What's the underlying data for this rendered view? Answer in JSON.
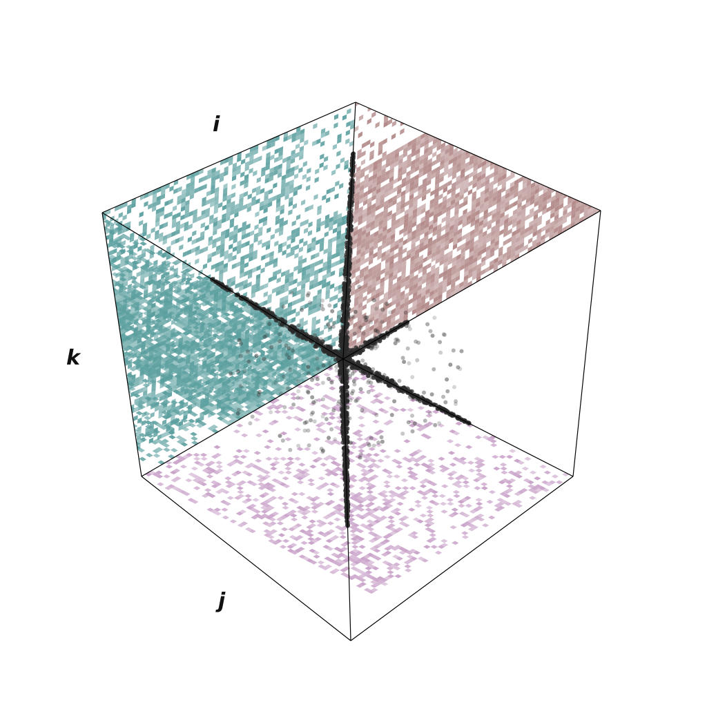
{
  "chart_data": {
    "type": "scatter",
    "projection": "3d-cube",
    "title": "",
    "axis_labels": {
      "i": "i",
      "j": "j",
      "k": "k"
    },
    "grid": false,
    "legend": "none",
    "panes": [
      {
        "name": "ik-projection",
        "color": "#5a9e9e"
      },
      {
        "name": "ij-projection",
        "color": "#b08585"
      },
      {
        "name": "jk-projection",
        "color": "#c8a0c8"
      }
    ],
    "point_color": "#2b2b2b",
    "edge_color": "#000000"
  }
}
